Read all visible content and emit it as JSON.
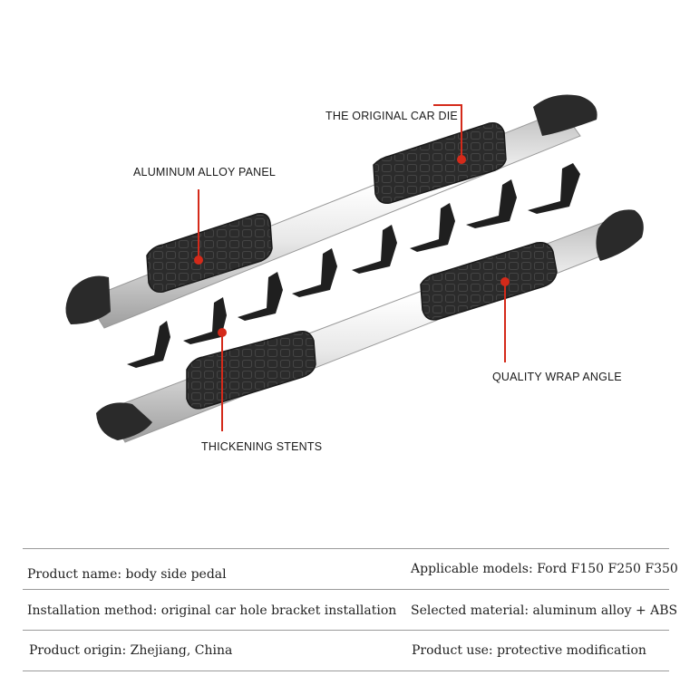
{
  "callouts": {
    "original_car_die": "THE ORIGINAL CAR DIE",
    "aluminum_alloy_panel": "ALUMINUM ALLOY PANEL",
    "quality_wrap_angle": "QUALITY WRAP ANGLE",
    "thickening_stents": "THICKENING STENTS"
  },
  "specs": {
    "product_name": "Product name: body side pedal",
    "applicable_models": "Applicable models: Ford F150 F250 F350",
    "installation_method": "Installation method: original car hole bracket installation",
    "selected_material": "Selected material: aluminum alloy + ABS",
    "product_origin": "Product origin: Zhejiang, China",
    "product_use": "Product use: protective modification"
  },
  "colors": {
    "pointer": "#d42a1a",
    "step_pad": "#2a2a2a",
    "tube": "#e6e6e6"
  }
}
